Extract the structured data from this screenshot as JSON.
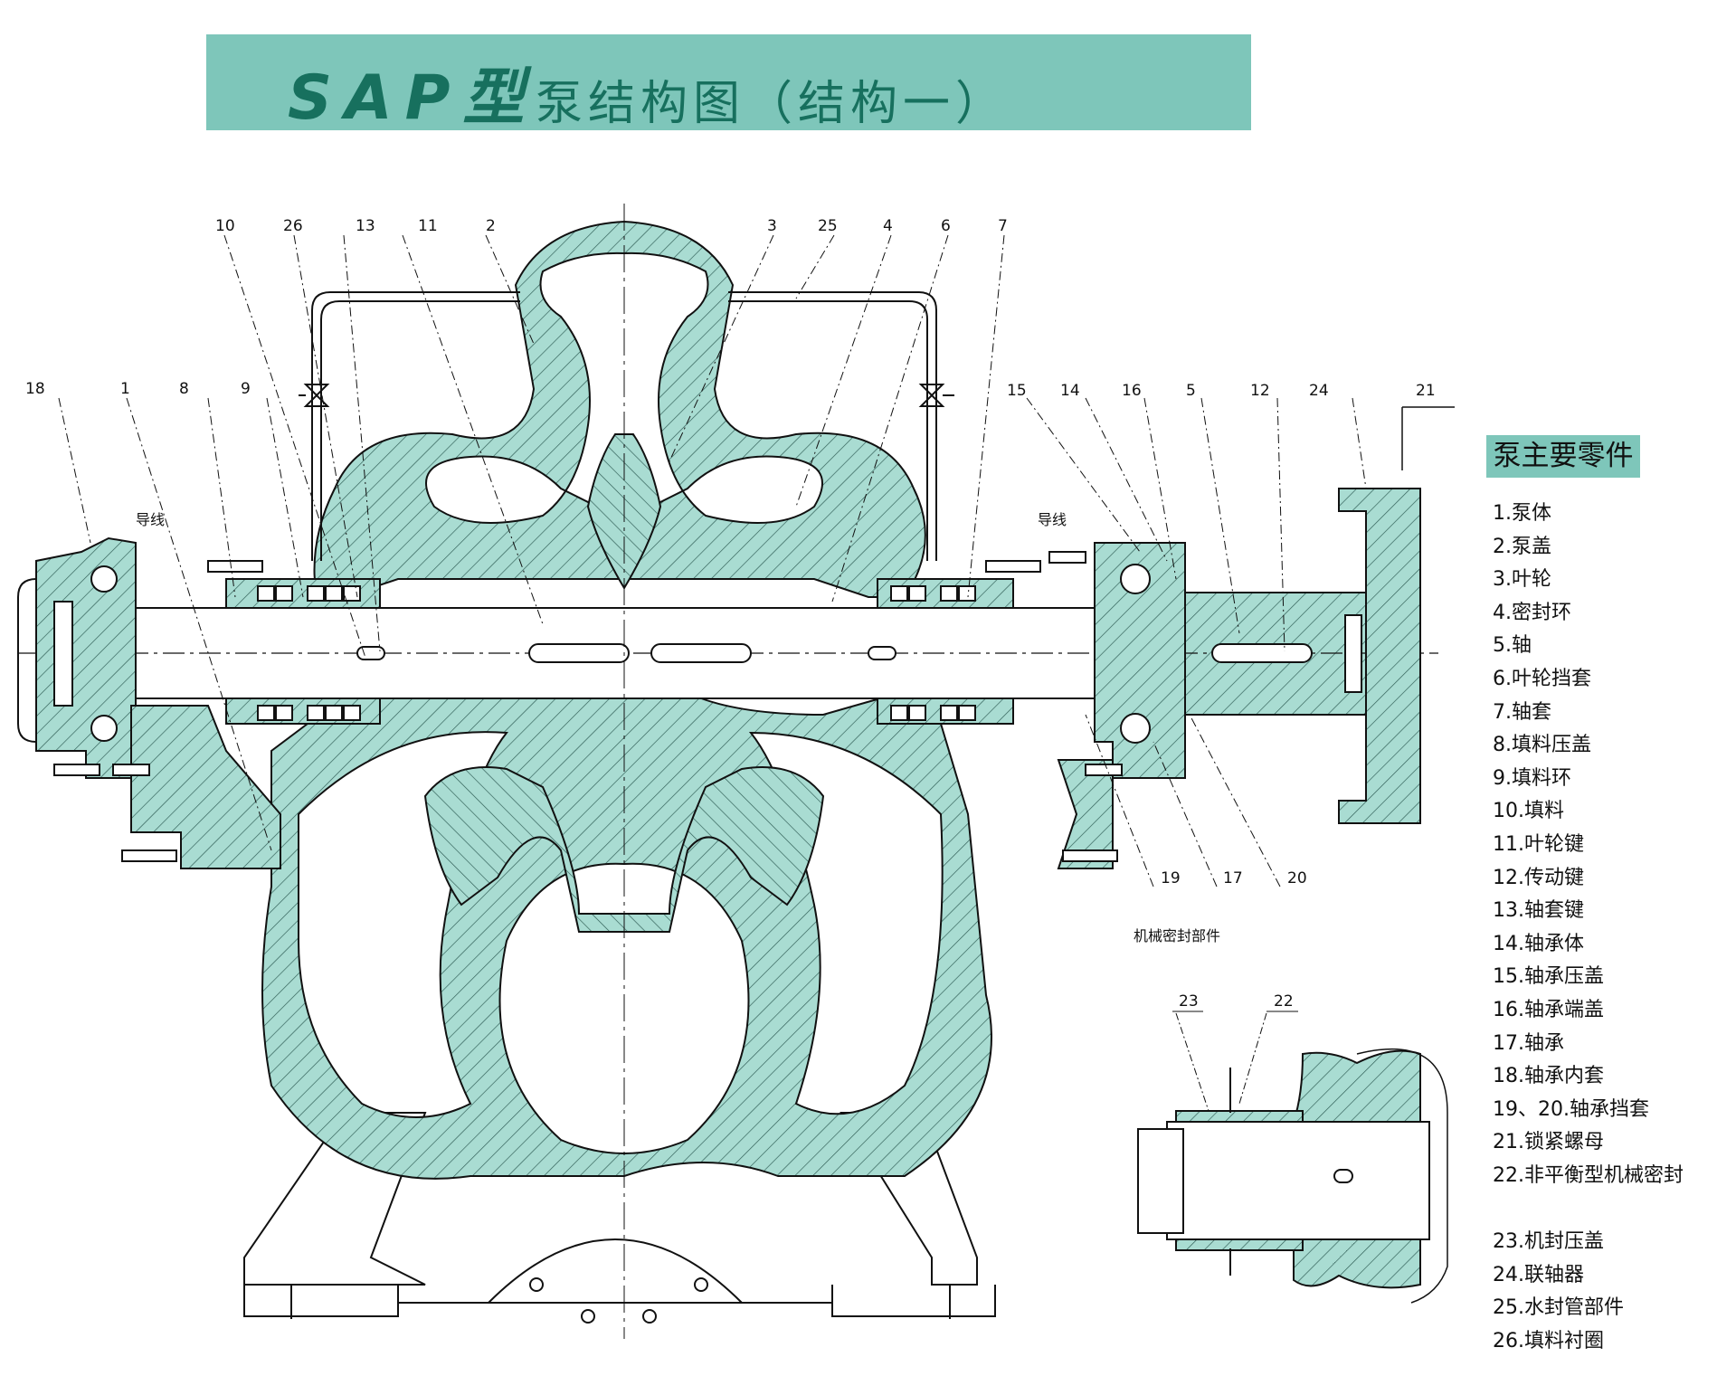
{
  "title": {
    "main": "SAP型",
    "sub": "泵结构图（结构一）"
  },
  "colors": {
    "banner": "#7ec6ba",
    "title_text": "#17705e",
    "casting_fill": "#a9dcd2",
    "line": "#111111"
  },
  "diagram": {
    "callouts_top": [
      "10",
      "26",
      "13",
      "11",
      "2",
      "3",
      "25",
      "4",
      "6",
      "7"
    ],
    "callouts_left": [
      "18",
      "1",
      "8",
      "9"
    ],
    "callouts_right": [
      "15",
      "14",
      "16",
      "5",
      "12",
      "24",
      "21"
    ],
    "callouts_bottom": [
      "19",
      "17",
      "20"
    ],
    "lead_wire_left": "导线",
    "lead_wire_right": "导线",
    "seal_section_title": "机械密封部件",
    "seal_callouts": [
      "23",
      "22"
    ]
  },
  "parts": {
    "header": "泵主要零件",
    "items": [
      "1.泵体",
      "2.泵盖",
      "3.叶轮",
      "4.密封环",
      "5.轴",
      "6.叶轮挡套",
      "7.轴套",
      "8.填料压盖",
      "9.填料环",
      "10.填料",
      "11.叶轮键",
      "12.传动键",
      "13.轴套键",
      "14.轴承体",
      "15.轴承压盖",
      "16.轴承端盖",
      "17.轴承",
      "18.轴承内套",
      "19、20.轴承挡套",
      "21.锁紧螺母",
      "22.非平衡型机械密封",
      "23.机封压盖",
      "24.联轴器",
      "25.水封管部件",
      "26.填料衬圈"
    ]
  }
}
